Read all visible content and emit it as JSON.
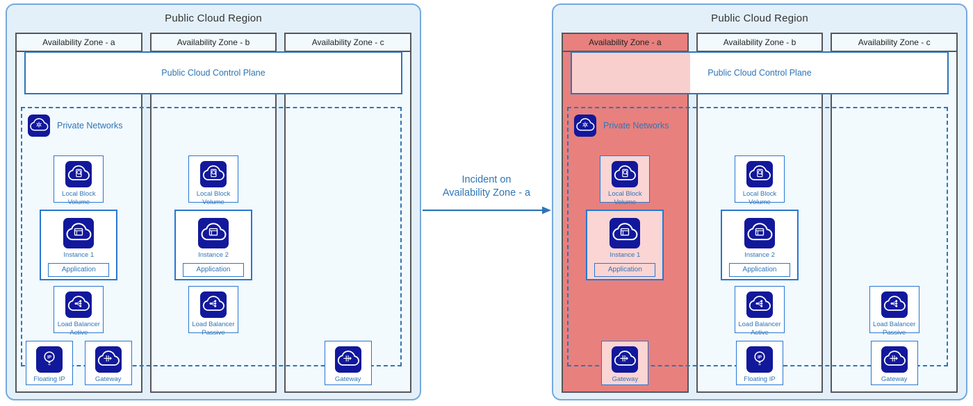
{
  "colors": {
    "region_bg": "#E3F0FA",
    "region_border": "#74A9DD",
    "zone_bg": "#F3FAFE",
    "zone_border": "#54575C",
    "accent_blue": "#2E75B6",
    "box_border_blue": "#2777D2",
    "icon_navy": "#12189B",
    "incident_red": "#E8807E",
    "incident_pink": "#FBD5D4",
    "dark_text": "#333333"
  },
  "arrow": {
    "line1": "Incident on",
    "line2": "Availability Zone - a"
  },
  "diagrams": [
    {
      "title": "Public Cloud Region",
      "control_plane_label": "Public Cloud Control Plane",
      "private_networks_label": "Private Networks",
      "incident": false,
      "zones": [
        {
          "label": "Availability Zone - a",
          "incident": false,
          "items": [
            {
              "icon": "volume",
              "label": "Local Block Volume",
              "row": 1,
              "pos": "c"
            },
            {
              "icon": "instance",
              "label": "Instance 1",
              "sub": "Application",
              "row": 2,
              "pos": "c"
            },
            {
              "icon": "lb",
              "label": "Load Balancer Active",
              "row": 3,
              "pos": "c"
            },
            {
              "icon": "ip",
              "label": "Floating IP",
              "row": 4,
              "pos": "l"
            },
            {
              "icon": "gateway",
              "label": "Gateway",
              "row": 4,
              "pos": "r"
            }
          ]
        },
        {
          "label": "Availability Zone - b",
          "incident": false,
          "items": [
            {
              "icon": "volume",
              "label": "Local Block Volume",
              "row": 1,
              "pos": "c"
            },
            {
              "icon": "instance",
              "label": "Instance 2",
              "sub": "Application",
              "row": 2,
              "pos": "c"
            },
            {
              "icon": "lb",
              "label": "Load Balancer Passive",
              "row": 3,
              "pos": "c"
            }
          ]
        },
        {
          "label": "Availability Zone - c",
          "incident": false,
          "items": [
            {
              "icon": "gateway",
              "label": "Gateway",
              "row": 4,
              "pos": "c"
            }
          ]
        }
      ]
    },
    {
      "title": "Public Cloud Region",
      "control_plane_label": "Public Cloud Control Plane",
      "private_networks_label": "Private Networks",
      "incident": true,
      "zones": [
        {
          "label": "Availability Zone - a",
          "incident": true,
          "items": [
            {
              "icon": "volume",
              "label": "Local Block Volume",
              "row": 1,
              "pos": "c"
            },
            {
              "icon": "instance",
              "label": "Instance 1",
              "sub": "Application",
              "row": 2,
              "pos": "c"
            },
            {
              "icon": "gateway",
              "label": "Gateway",
              "row": 4,
              "pos": "c"
            }
          ]
        },
        {
          "label": "Availability Zone - b",
          "incident": false,
          "items": [
            {
              "icon": "volume",
              "label": "Local Block Volume",
              "row": 1,
              "pos": "c"
            },
            {
              "icon": "instance",
              "label": "Instance 2",
              "sub": "Application",
              "row": 2,
              "pos": "c"
            },
            {
              "icon": "lb",
              "label": "Load Balancer Active",
              "row": 3,
              "pos": "c"
            },
            {
              "icon": "ip",
              "label": "Floating IP",
              "row": 4,
              "pos": "c"
            }
          ]
        },
        {
          "label": "Availability Zone - c",
          "incident": false,
          "items": [
            {
              "icon": "lb",
              "label": "Load Balancer Passive",
              "row": 3,
              "pos": "c"
            },
            {
              "icon": "gateway",
              "label": "Gateway",
              "row": 4,
              "pos": "c"
            }
          ]
        }
      ]
    }
  ]
}
